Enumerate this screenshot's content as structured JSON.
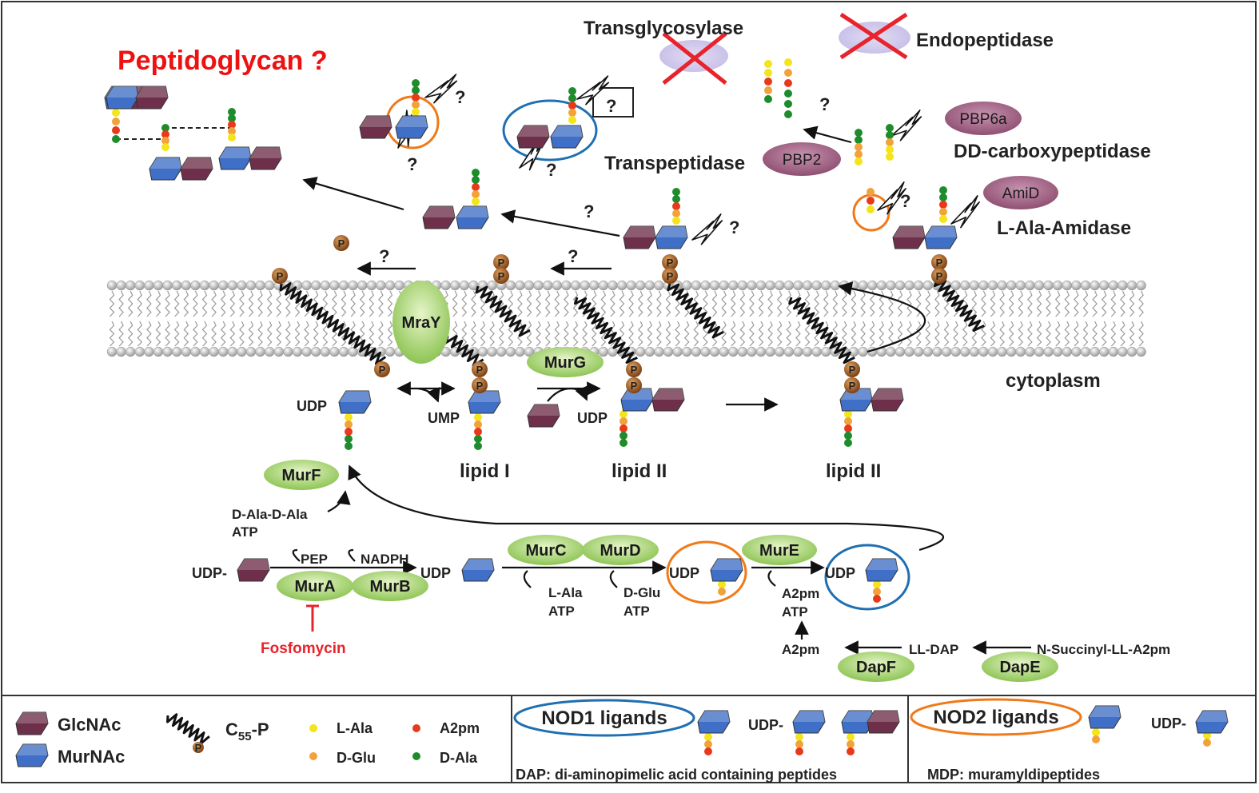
{
  "title": "Peptidoglycan ?",
  "question": "?",
  "enzymes": {
    "transglycosylase": "Transglycosylase",
    "endopeptidase": "Endopeptidase",
    "transpeptidase": "Transpeptidase",
    "pbp2": "PBP2",
    "pbp6a": "PBP6a",
    "dd_carboxypeptidase": "DD-carboxypeptidase",
    "amid": "AmiD",
    "l_ala_amidase": "L-Ala-Amidase",
    "mray": "MraY",
    "murg": "MurG",
    "murf": "MurF",
    "mura": "MurA",
    "murb": "MurB",
    "murc": "MurC",
    "murd": "MurD",
    "mure": "MurE",
    "dapf": "DapF",
    "dape": "DapE"
  },
  "labels": {
    "p": "P",
    "udp": "UDP",
    "udp_dash": "UDP-",
    "ump": "UMP",
    "lipid1": "lipid I",
    "lipid2": "lipid II",
    "cytoplasm": "cytoplasm",
    "dala_dala": "D-Ala-D-Ala",
    "atp": "ATP",
    "pep": "PEP",
    "nadph": "NADPH",
    "lala": "L-Ala",
    "dglu": "D-Glu",
    "a2pm": "A2pm",
    "lldap": "LL-DAP",
    "nsucc": "N-Succinyl-LL-A2pm",
    "fosfomycin": "Fosfomycin"
  },
  "legend": {
    "glcnac": "GlcNAc",
    "murnac": "MurNAc",
    "c55p_main": "C",
    "c55p_sub": "55",
    "c55p_tail": "-P",
    "lala": "L-Ala",
    "dglu": "D-Glu",
    "a2pm": "A2pm",
    "dala": "D-Ala",
    "nod1": "NOD1 ligands",
    "nod2": "NOD2 ligands",
    "udp_dash": "UDP-",
    "dap_note": "DAP: di-aminopimelic acid containing peptides",
    "mdp_note": "MDP: muramyldipeptides"
  },
  "colors": {
    "glcnac": "#6e2f4a",
    "murnac": "#3f6fc6",
    "lala": "#f4e41c",
    "dglu": "#f2a23a",
    "a2pm": "#e8391a",
    "dala": "#1e8c2c",
    "enzyme_green": "#a9d46a",
    "pbp_purple": "#9c5a7c",
    "nod1_ring": "#1f6fb2",
    "nod2_ring": "#ef7a1a",
    "cross_red": "#e8232b",
    "title_red": "#ee1111"
  }
}
